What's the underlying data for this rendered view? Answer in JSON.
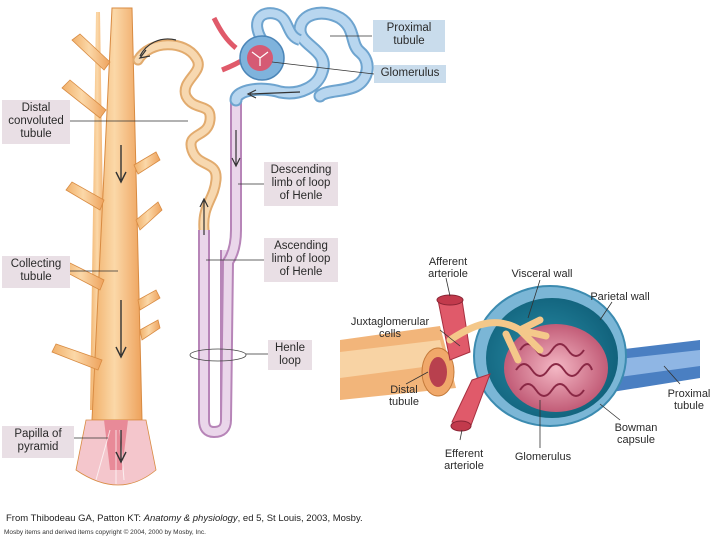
{
  "labels": {
    "proximal_tubule": "Proximal tubule",
    "glomerulus": "Glomerulus",
    "distal_convoluted_tubule": "Distal convoluted tubule",
    "descending_limb": "Descending limb of loop of Henle",
    "ascending_limb": "Ascending limb of loop of Henle",
    "collecting_tubule": "Collecting tubule",
    "henle_loop": "Henle loop",
    "papilla": "Papilla of pyramid"
  },
  "inset_labels": {
    "afferent_arteriole": "Afferent arteriole",
    "visceral_wall": "Visceral wall",
    "parietal_wall": "Parietal wall",
    "juxtaglomerular_cells": "Juxtaglomerular cells",
    "distal_tubule": "Distal tubule",
    "efferent_arteriole": "Efferent arteriole",
    "glomerulus": "Glomerulus",
    "bowman_capsule": "Bowman capsule",
    "proximal_tubule": "Proximal tubule"
  },
  "caption": {
    "prefix": "From Thibodeau GA, Patton KT: ",
    "book": "Anatomy & physiology",
    "suffix": ", ed 5, St Louis, 2003, Mosby."
  },
  "copyright": "Mosby items and derived items copyright © 2004, 2000 by Mosby, Inc.",
  "colors": {
    "collecting_tubule": "#f6c48a",
    "distal_tubule": "#f3d3a8",
    "proximal_tubule": "#9cc4e4",
    "loop_of_henle": "#d6b6d6",
    "arteriole": "#e05a6a",
    "label_box": "#e9dfe5"
  }
}
